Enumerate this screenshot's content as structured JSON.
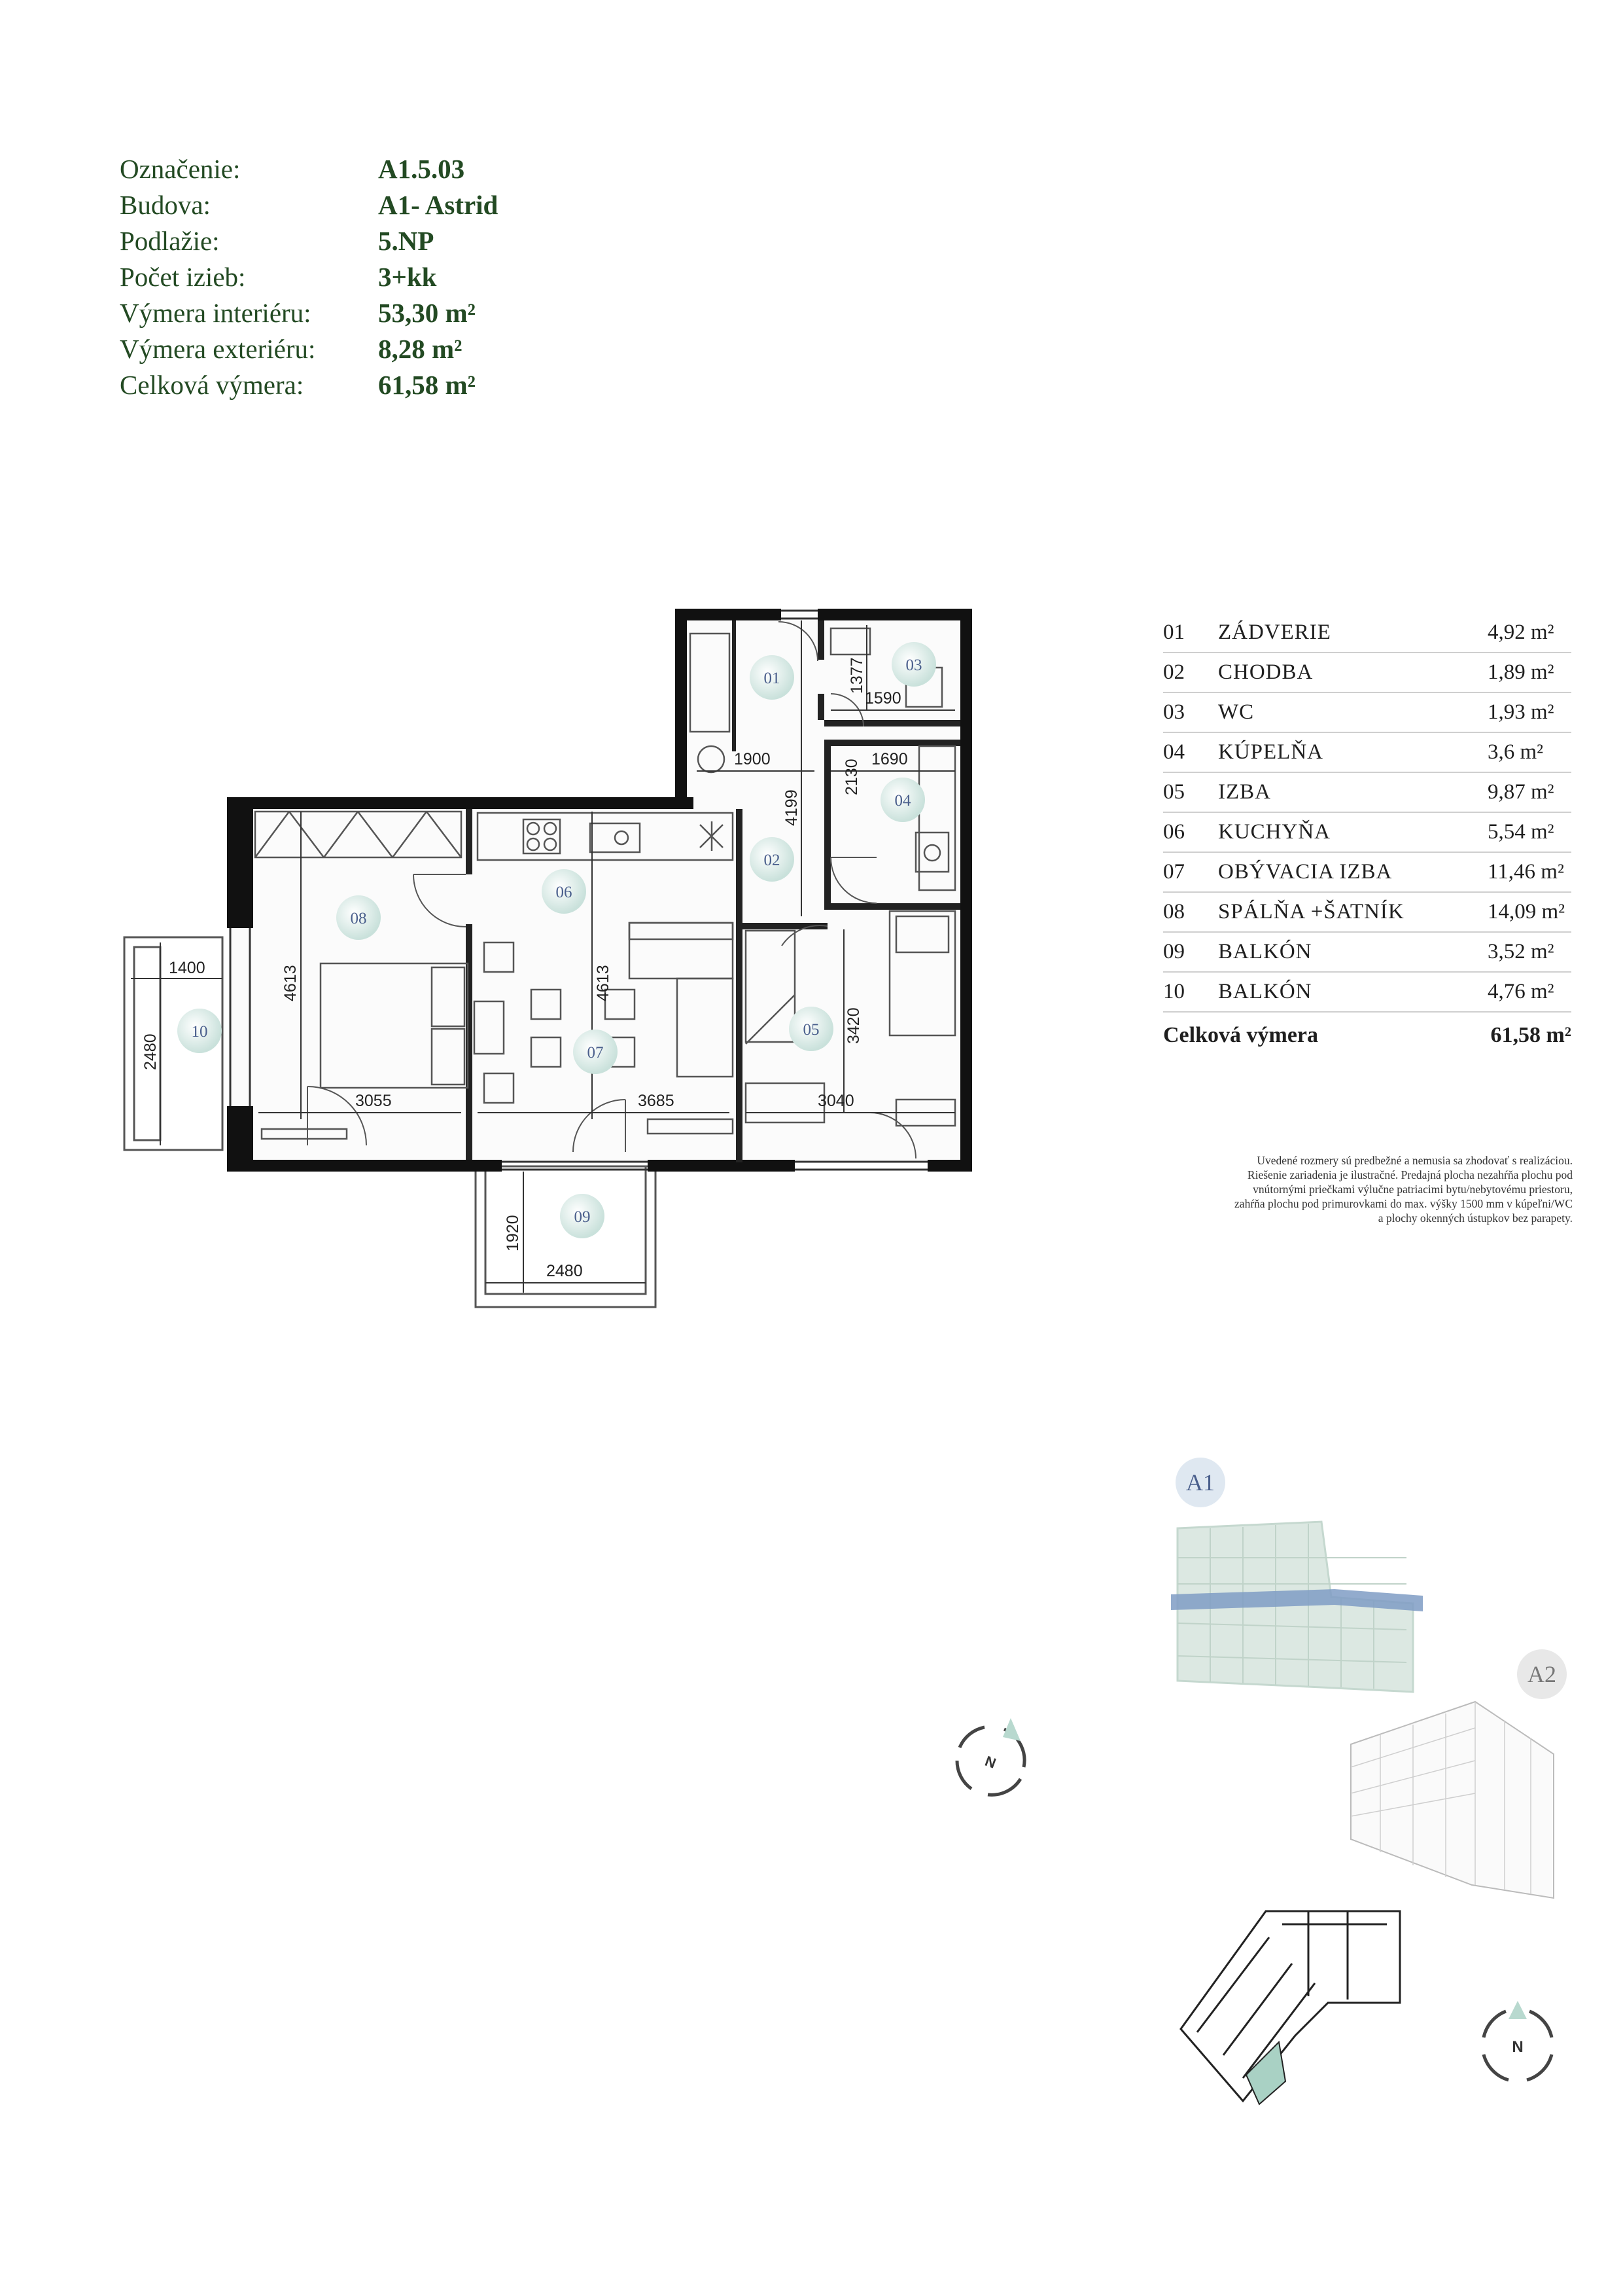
{
  "info": [
    {
      "label": "Označenie:",
      "value": "A1.5.03"
    },
    {
      "label": "Budova:",
      "value": "A1- Astrid"
    },
    {
      "label": "Podlažie:",
      "value": "5.NP"
    },
    {
      "label": "Počet izieb:",
      "value": "3+kk"
    },
    {
      "label": "Výmera interiéru:",
      "value": "53,30 m²"
    },
    {
      "label": "Výmera exteriéru:",
      "value": "8,28 m²"
    },
    {
      "label": "Celková výmera:",
      "value": "61,58 m²"
    }
  ],
  "rooms": [
    {
      "no": "01",
      "name": "ZÁDVERIE",
      "area": "4,92 m²"
    },
    {
      "no": "02",
      "name": "CHODBA",
      "area": "1,89 m²"
    },
    {
      "no": "03",
      "name": "WC",
      "area": "1,93 m²"
    },
    {
      "no": "04",
      "name": "KÚPELŇA",
      "area": "3,6 m²"
    },
    {
      "no": "05",
      "name": "IZBA",
      "area": "9,87 m²"
    },
    {
      "no": "06",
      "name": "KUCHYŇA",
      "area": "5,54 m²"
    },
    {
      "no": "07",
      "name": "OBÝVACIA IZBA",
      "area": "11,46 m²"
    },
    {
      "no": "08",
      "name": "SPÁLŇA +ŠATNÍK",
      "area": "14,09 m²"
    },
    {
      "no": "09",
      "name": "BALKÓN",
      "area": "3,52 m²"
    },
    {
      "no": "10",
      "name": "BALKÓN",
      "area": "4,76 m²"
    }
  ],
  "total": {
    "label": "Celková výmera",
    "value": "61,58  m²"
  },
  "note": [
    "Uvedené rozmery sú predbežné a nemusia sa zhodovať s realizáciou.",
    "Riešenie zariadenia je ilustračné. Predajná plocha nezahŕňa plochu pod",
    "vnútornými priečkami výlučne patriacimi bytu/nebytovému priestoru,",
    "zahŕňa plochu pod primurovkami do max. výšky 1500 mm v kúpeľni/WC",
    "a plochy okenných ústupkov bez parapety."
  ],
  "plan": {
    "tags": {
      "r01": "01",
      "r02": "02",
      "r03": "03",
      "r04": "04",
      "r05": "05",
      "r06": "06",
      "r07": "07",
      "r08": "08",
      "r09": "09",
      "r10": "10"
    },
    "dims": {
      "d1900": "1900",
      "d1690": "1690",
      "d1377": "1377",
      "d1590": "1590",
      "d4199": "4199",
      "d2130": "2130",
      "d1400": "1400",
      "d2480a": "2480",
      "d4613a": "4613",
      "d4613b": "4613",
      "d3055": "3055",
      "d3685": "3685",
      "d3420": "3420",
      "d3040": "3040",
      "d1920": "1920",
      "d2480b": "2480"
    }
  },
  "buildings": {
    "a1": "A1",
    "a2": "A2"
  },
  "compass": {
    "north": "N"
  },
  "colors": {
    "text_green": "#234a23",
    "tag_fill": "#cfe4de",
    "tag_text": "#4a5f8c",
    "highlight_blue": "#7f9cc4",
    "wall": "#111111"
  }
}
